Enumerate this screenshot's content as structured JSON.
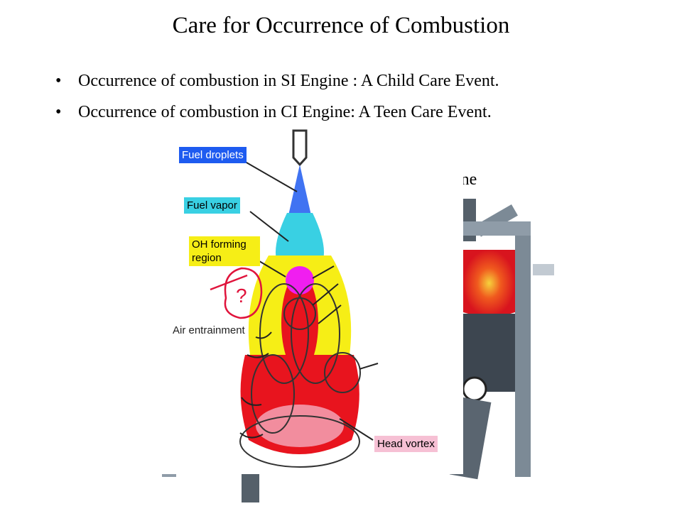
{
  "slide": {
    "title": "Care for Occurrence of Combustion",
    "bullets": [
      {
        "marker": "•",
        "text": "Occurrence of combustion in  SI Engine : A Child Care Event."
      },
      {
        "marker": "•",
        "text": "Occurrence of combustion  in CI Engine: A Teen Care Event."
      }
    ],
    "partial_text": "ngine"
  },
  "diagram": {
    "labels": {
      "fuel_droplets": "Fuel droplets",
      "fuel_vapor": "Fuel vapor",
      "oh_forming": "OH forming region",
      "air_entrainment": "Air entrainment",
      "head_vortex": "Head vortex"
    },
    "annotation": "?",
    "colors": {
      "droplets": "#1e5bf0",
      "vapor": "#39d0e3",
      "oh_region": "#f6ee16",
      "core_magenta": "#f01ef0",
      "flame_red": "#e8141e",
      "vortex_pink": "#f6c0d4",
      "engine_gray": "#7c8a96",
      "flame_orange": "#f05a1e",
      "annotation_red": "#e0143c"
    }
  }
}
